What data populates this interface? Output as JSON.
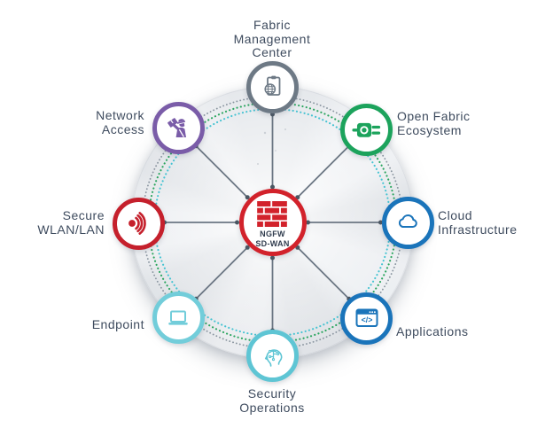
{
  "diagram": {
    "type": "hub-and-spoke security fabric",
    "hub": {
      "id": "ngfw-sd-wan",
      "label_lines": [
        "NGFW",
        "SD-WAN"
      ],
      "icon": "firewall-bricks-icon",
      "color": "#d2222b"
    },
    "code_glyph": "</>",
    "nodes": [
      {
        "id": "fabric-management-center",
        "position": "top",
        "color": "#6d7985",
        "icon": "clipboard-globe-icon",
        "label_lines": [
          "Fabric",
          "Management",
          "Center"
        ]
      },
      {
        "id": "network-access",
        "position": "top-left",
        "color": "#7a5ca8",
        "icon": "security-officer-icon",
        "label_lines": [
          "Network",
          "Access"
        ]
      },
      {
        "id": "open-fabric-ecosystem",
        "position": "top-right",
        "color": "#1ca35c",
        "icon": "power-plug-icon",
        "label_lines": [
          "Open Fabric",
          "Ecosystem"
        ]
      },
      {
        "id": "secure-wlan-lan",
        "position": "left",
        "color": "#c5202c",
        "icon": "wireless-signal-icon",
        "label_lines": [
          "Secure",
          "WLAN/LAN"
        ]
      },
      {
        "id": "cloud-infrastructure",
        "position": "right",
        "color": "#1a74ba",
        "icon": "cloud-icon",
        "label_lines": [
          "Cloud",
          "Infrastructure"
        ]
      },
      {
        "id": "endpoint",
        "position": "bottom-left",
        "color": "#72cdda",
        "icon": "laptop-icon",
        "label_lines": [
          "Endpoint"
        ]
      },
      {
        "id": "applications",
        "position": "bottom-right",
        "color": "#1a74ba",
        "icon": "code-window-icon",
        "label_lines": [
          "Applications"
        ]
      },
      {
        "id": "security-operations",
        "position": "bottom",
        "color": "#5ec5d4",
        "icon": "brain-circuit-icon",
        "label_lines": [
          "Security",
          "Operations"
        ]
      }
    ],
    "rings": {
      "outer_gray": "#8a95a0",
      "middle_green": "#2aa55e",
      "inner_teal": "#45c3d2"
    },
    "spoke_color": "#6b7683",
    "label_color": "#3e4b5e"
  }
}
